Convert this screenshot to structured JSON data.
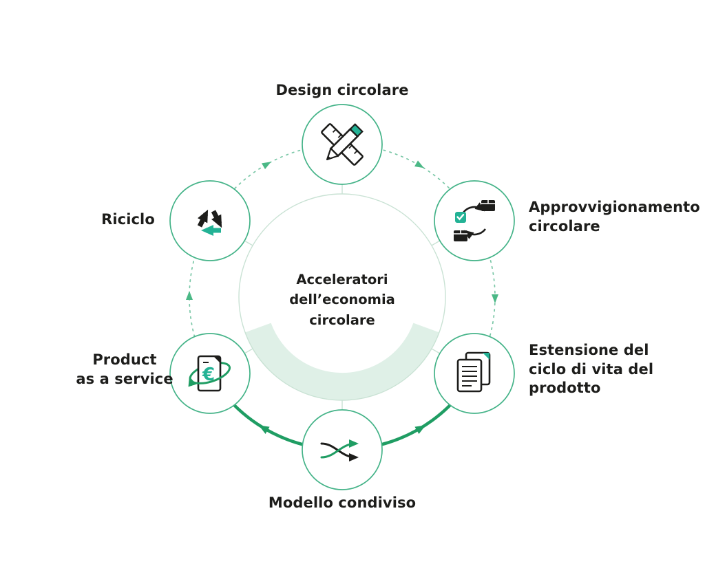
{
  "colors": {
    "green": "#1f9d63",
    "teal": "#23b295",
    "dark": "#1d1d1b",
    "dashed_ring": "#79c7a6",
    "band": "#dff0e7",
    "node_ring": "#44b388"
  },
  "center_label": {
    "lines": [
      "Acceleratori",
      "dell’economia",
      "circolare"
    ]
  },
  "nodes": {
    "design": {
      "lines": [
        "Design circolare"
      ],
      "icon": "ruler-pencil-icon"
    },
    "sourcing": {
      "lines": [
        "Approvvigionamento",
        "circolare"
      ],
      "icon": "boxes-cycle-icon"
    },
    "lifetime": {
      "lines": [
        "Estensione del",
        "ciclo di vita del",
        "prodotto"
      ],
      "icon": "documents-icon"
    },
    "shared": {
      "lines": [
        "Modello condiviso"
      ],
      "icon": "shuffle-arrows-icon"
    },
    "paas": {
      "lines": [
        "Product",
        "as a service"
      ],
      "icon": "receipt-euro-icon"
    },
    "recycle": {
      "lines": [
        "Riciclo"
      ],
      "icon": "recycle-arrows-icon"
    }
  },
  "icons": {
    "euro": "€"
  }
}
